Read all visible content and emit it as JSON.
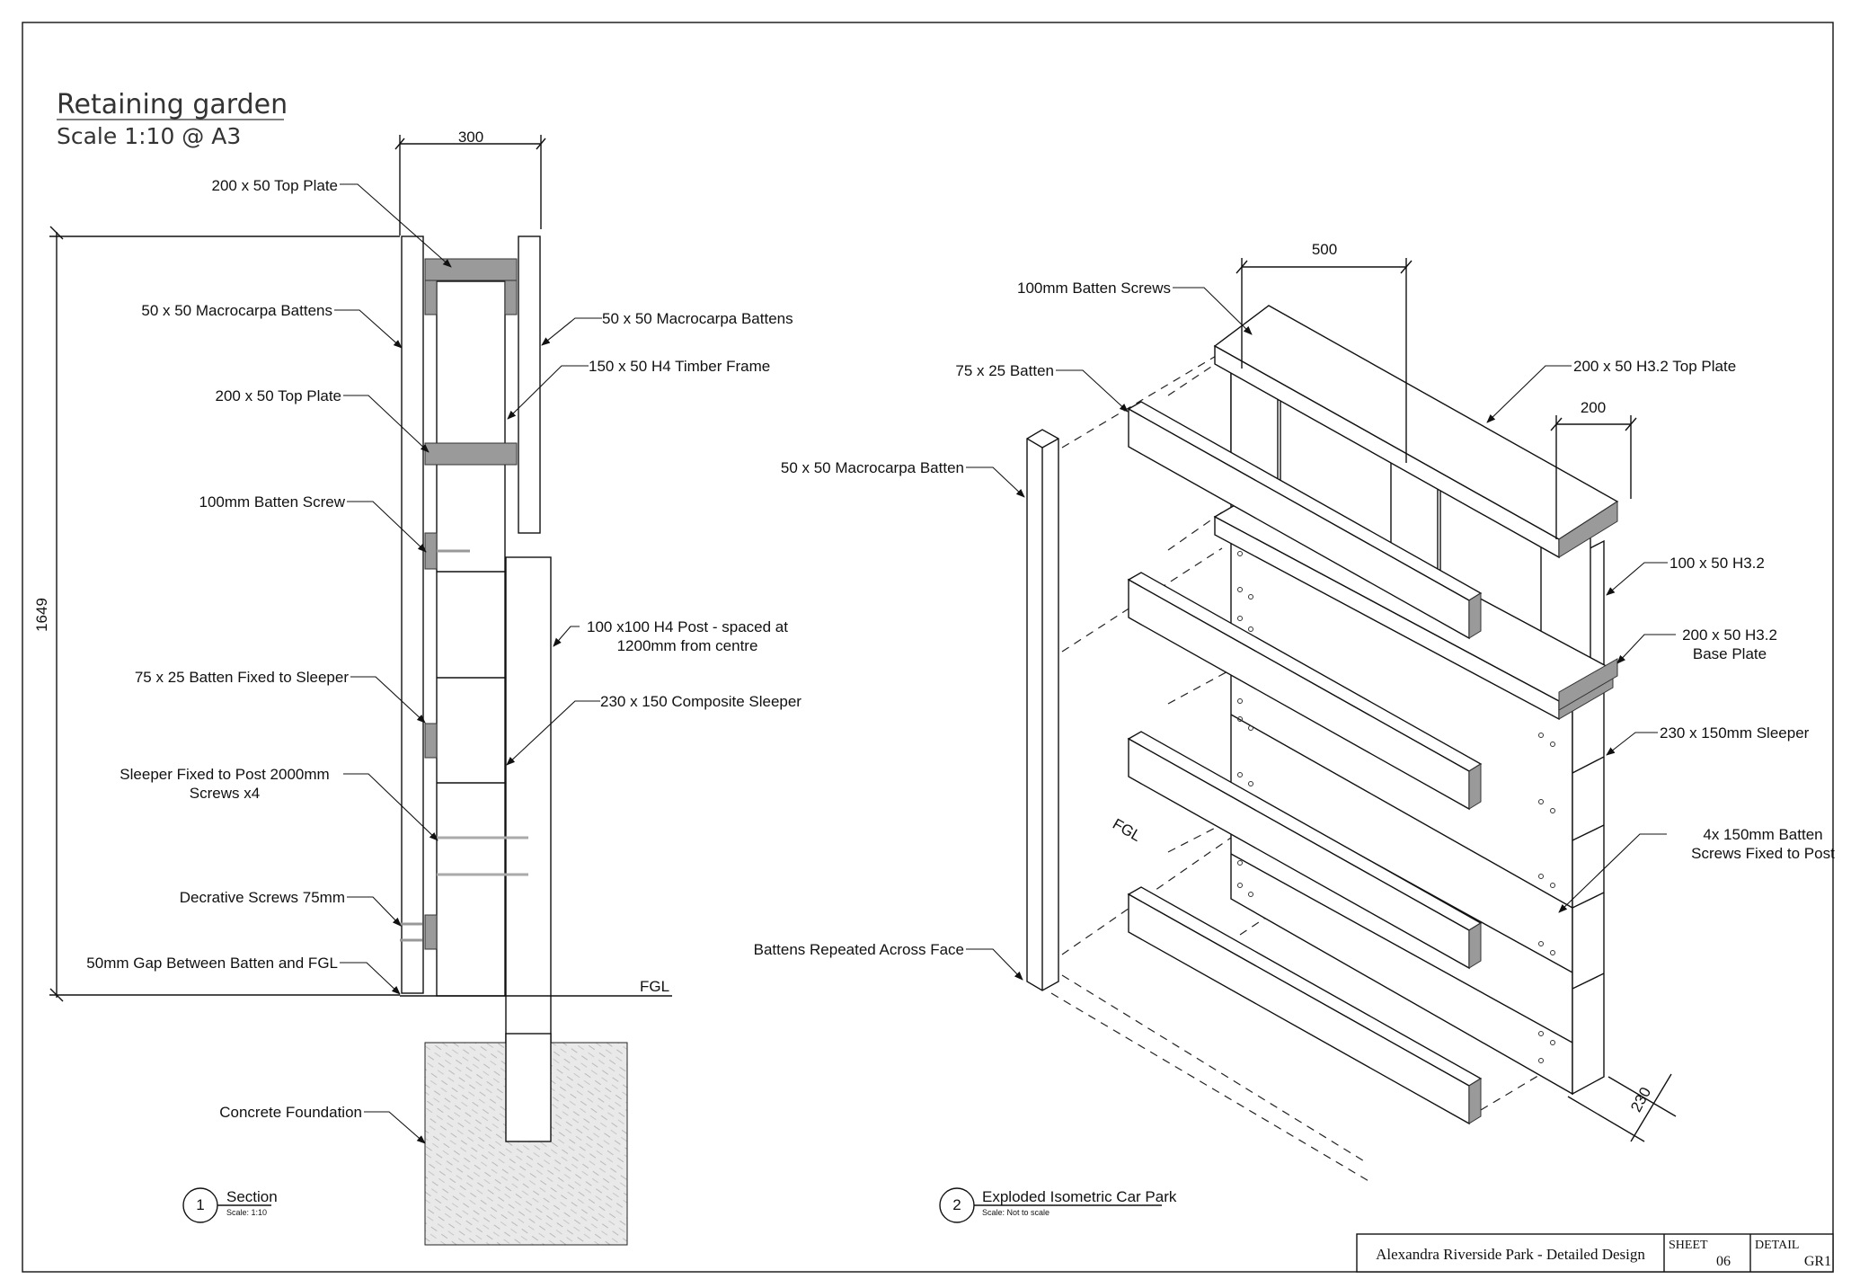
{
  "title": {
    "main": "Retaining garden",
    "scale": "Scale 1:10 @ A3"
  },
  "section": {
    "dims": {
      "width": "300",
      "height": "1649"
    },
    "labels": {
      "top_plate_1": "200 x 50 Top Plate",
      "battens_left": "50 x 50 Macrocarpa Battens",
      "battens_right": "50 x 50 Macrocarpa Battens",
      "timber_frame": "150 x 50 H4 Timber Frame",
      "top_plate_2": "200 x 50 Top Plate",
      "batten_screw": "100mm Batten Screw",
      "post_1": "100 x100 H4 Post - spaced at",
      "post_2": "1200mm from centre",
      "batten_fixed": "75 x 25 Batten Fixed to Sleeper",
      "composite_sleeper": "230 x 150 Composite Sleeper",
      "sleeper_fixed_1": "Sleeper Fixed to Post 2000mm",
      "sleeper_fixed_2": "Screws x4",
      "decorative_screws": "Decrative Screws 75mm",
      "gap": "50mm Gap Between Batten and FGL",
      "fgl": "FGL",
      "foundation": "Concrete Foundation"
    },
    "callout": {
      "number": "1",
      "name": "Section",
      "scale": "Scale: 1:10"
    }
  },
  "iso": {
    "dims": {
      "spacing": "500",
      "plate": "200",
      "sleeper": "230"
    },
    "labels": {
      "batten_screws": "100mm Batten Screws",
      "batten_75": "75 x 25 Batten",
      "top_plate": "200 x 50 H3.2 Top Plate",
      "macrocarpa": "50 x 50 Macrocarpa Batten",
      "h32": "100 x 50 H3.2",
      "base_plate_1": "200 x 50 H3.2",
      "base_plate_2": "Base Plate",
      "sleeper": "230 x 150mm Sleeper",
      "post_screws_1": "4x 150mm Batten",
      "post_screws_2": "Screws Fixed to Post",
      "repeated": "Battens Repeated Across Face",
      "fgl": "FGL"
    },
    "callout": {
      "number": "2",
      "name": "Exploded Isometric Car Park",
      "scale": "Scale: Not to scale"
    }
  },
  "titleblock": {
    "project": "Alexandra Riverside Park - Detailed Design",
    "sheet_label": "SHEET",
    "sheet": "06",
    "detail_label": "DETAIL",
    "detail": "GR1"
  }
}
